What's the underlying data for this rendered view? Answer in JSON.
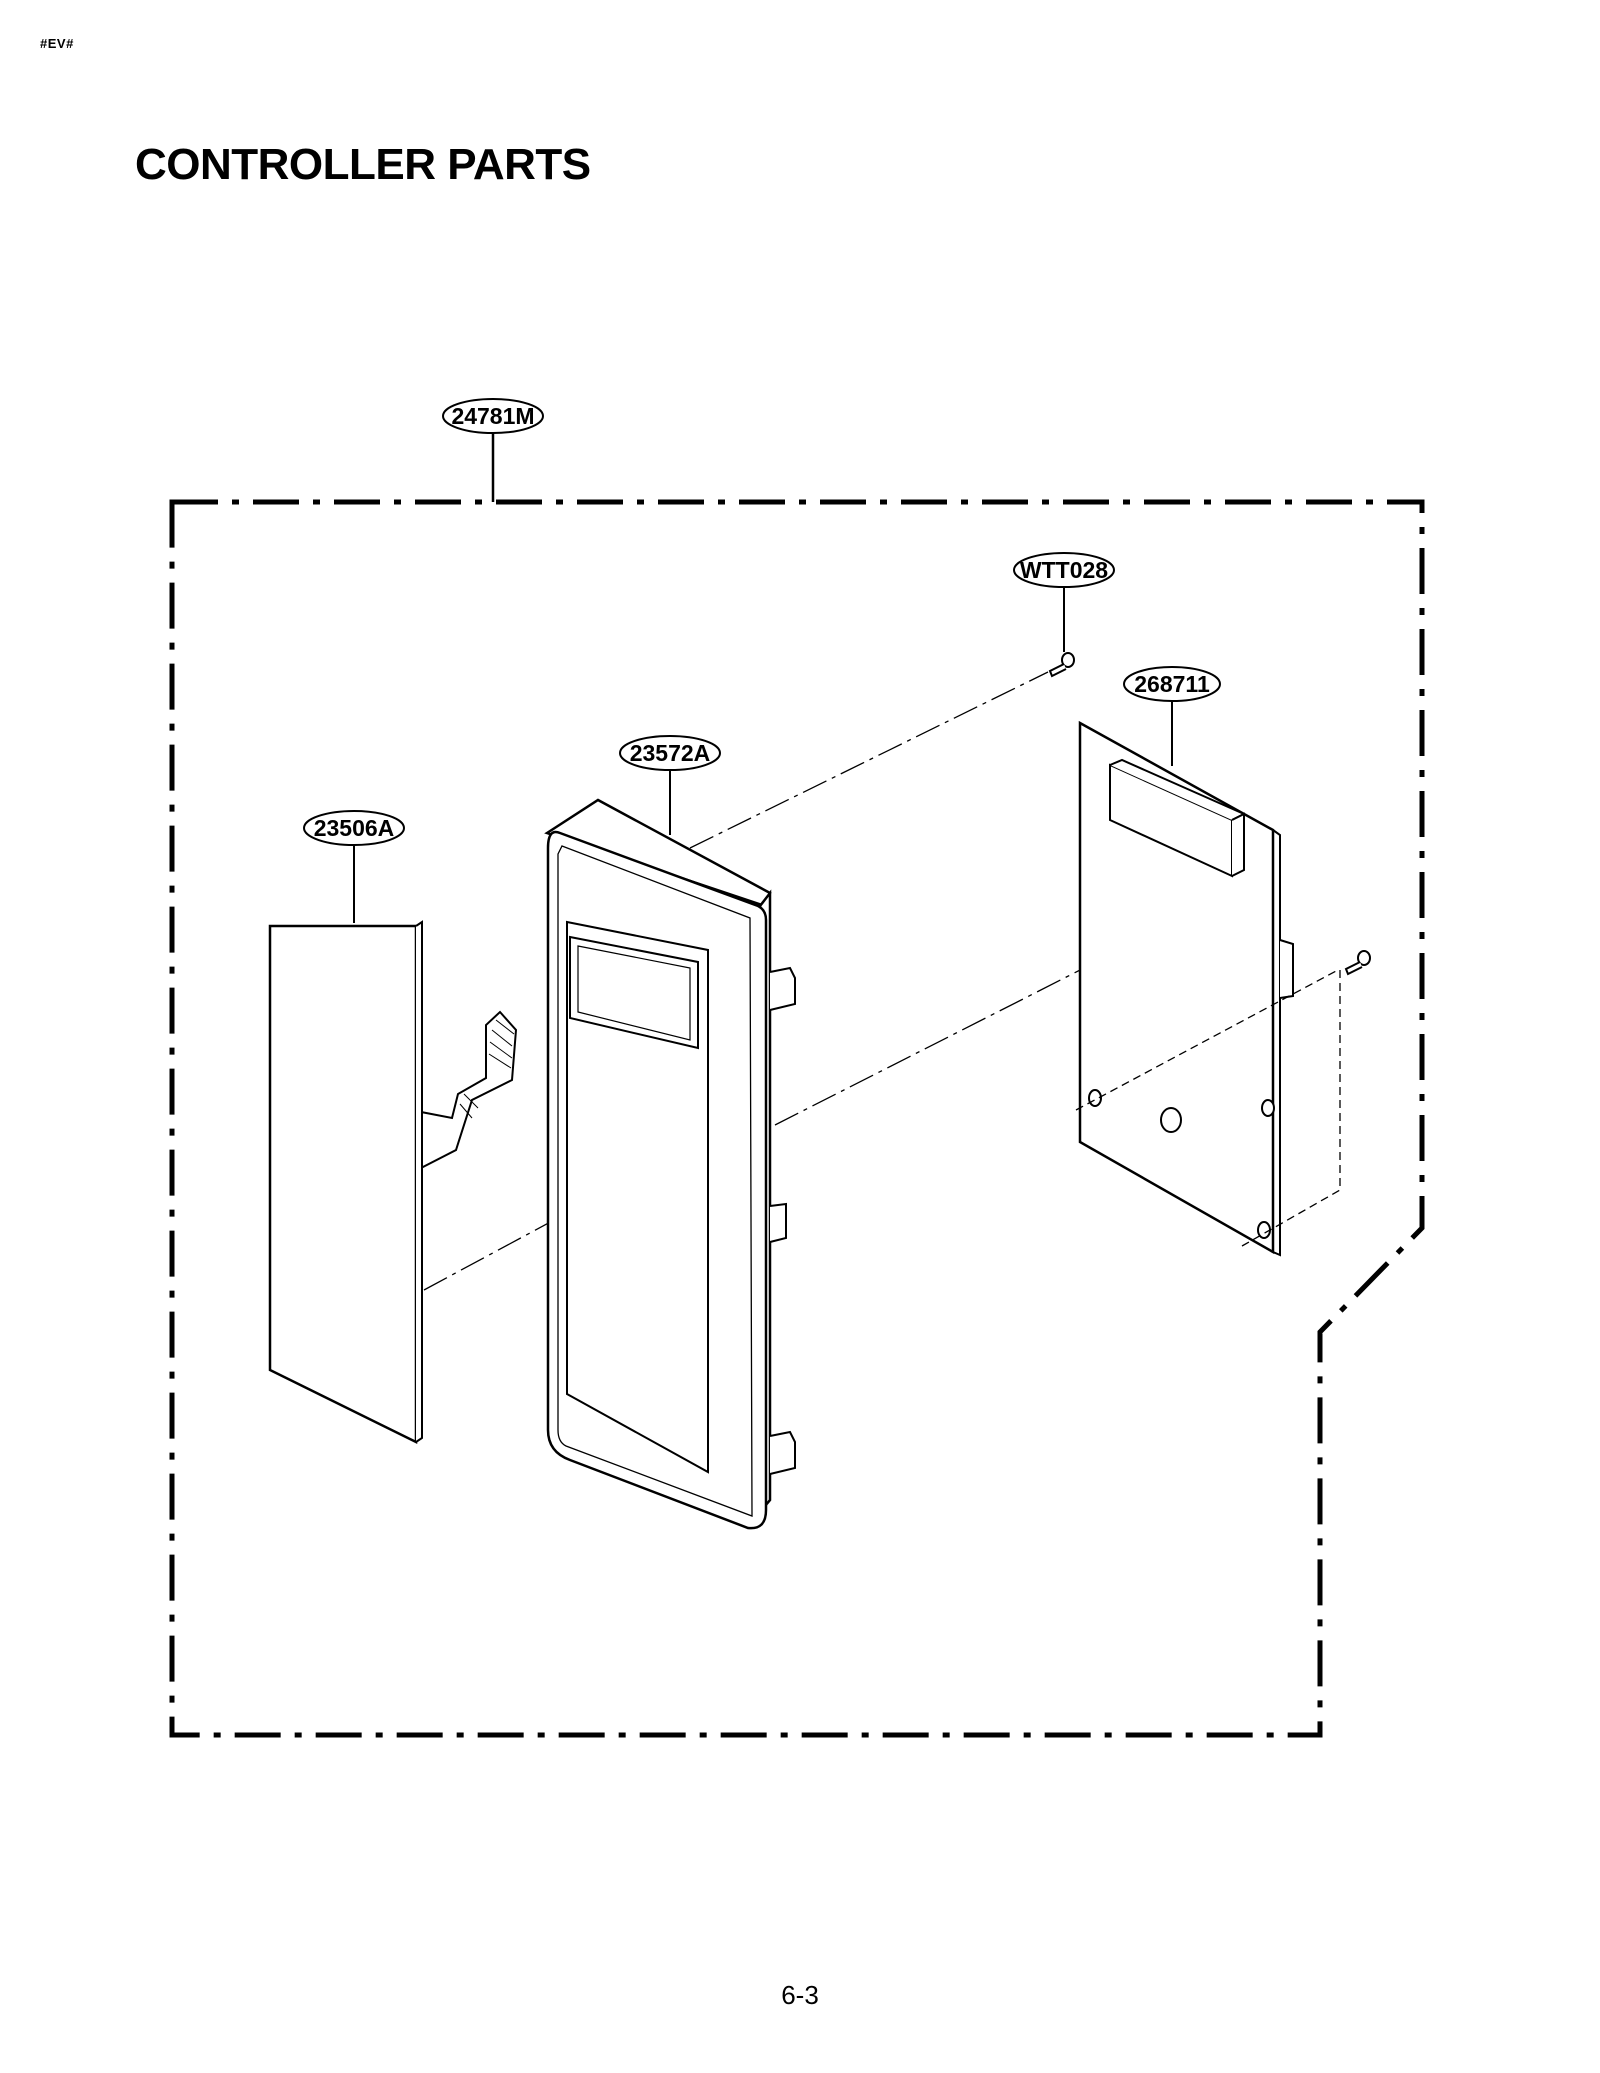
{
  "header": {
    "page_code": "#EV#",
    "title": "CONTROLLER PARTS"
  },
  "callouts": {
    "assembly": "24781M",
    "screw_top": "WTT028",
    "pcb": "268711",
    "frame": "23572A",
    "membrane": "23506A"
  },
  "footer": {
    "page_number": "6-3"
  }
}
